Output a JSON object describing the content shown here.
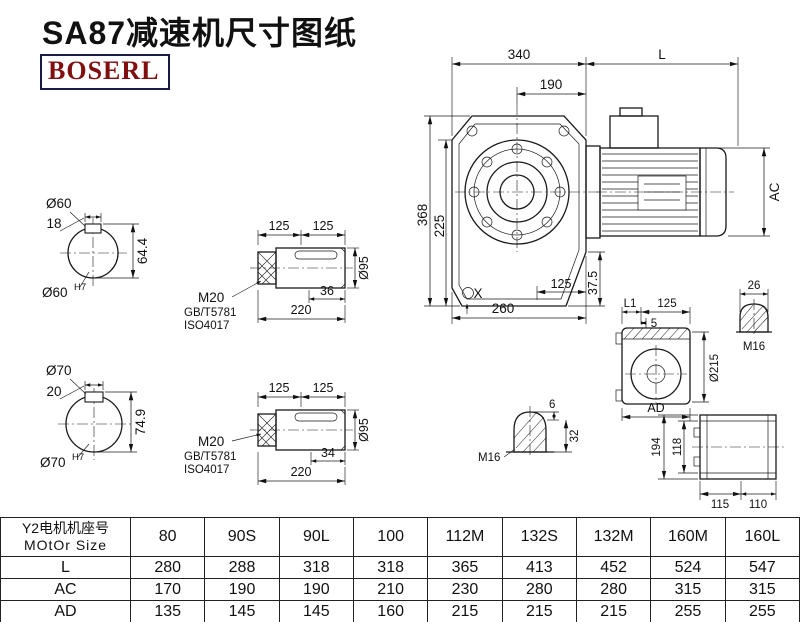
{
  "page": {
    "title": "SA87减速机尺寸图纸",
    "logo": "BOSERL"
  },
  "views": {
    "shaft60": {
      "dia_label": "Ø60",
      "key_width": "18",
      "key_height": "64.4",
      "fit_label": "Ø60",
      "fit_tolerance": "H7"
    },
    "shaft70": {
      "dia_label": "Ø70",
      "key_width": "20",
      "key_height": "74.9",
      "fit_label": "Ø70",
      "fit_tolerance": "H7"
    },
    "shaft_detail_top": {
      "dim_125_left": "125",
      "dim_125_right": "125",
      "thread_label": "M20",
      "standard_gb": "GB/T5781",
      "standard_iso": "ISO4017",
      "key_length": "36",
      "total_length": "220",
      "dia": "Ø95"
    },
    "shaft_detail_bottom": {
      "dim_125_left": "125",
      "dim_125_right": "125",
      "thread_label": "M20",
      "standard_gb": "GB/T5781",
      "standard_iso": "ISO4017",
      "key_length": "34",
      "total_length": "220",
      "dia": "Ø95"
    },
    "front_view": {
      "width_340": "340",
      "motor_length": "L",
      "dim_190": "190",
      "height_368": "368",
      "dim_225": "225",
      "dim_37_5": "37.5",
      "dim_125": "125",
      "dim_260": "260",
      "motor_dia": "AC",
      "x_marker": "X"
    },
    "side_view": {
      "dim_L1": "L1",
      "dim_125": "125",
      "dim_5": "5",
      "dim_26": "26",
      "thread": "M16",
      "dia_215": "Ø215",
      "dim_AD": "AD"
    },
    "plug_view": {
      "dim_6": "6",
      "dim_32": "32",
      "thread": "M16"
    },
    "flange_view": {
      "dim_194": "194",
      "dim_118": "118",
      "dim_115": "115",
      "dim_110": "110"
    }
  },
  "table": {
    "header_line1": "Y2电机机座号",
    "header_line2": "MOtOr Size",
    "columns": [
      "80",
      "90S",
      "90L",
      "100",
      "112M",
      "132S",
      "132M",
      "160M",
      "160L"
    ],
    "rows": [
      {
        "label": "L",
        "values": [
          "280",
          "288",
          "318",
          "318",
          "365",
          "413",
          "452",
          "524",
          "547"
        ]
      },
      {
        "label": "AC",
        "values": [
          "170",
          "190",
          "190",
          "210",
          "230",
          "280",
          "280",
          "315",
          "315"
        ]
      },
      {
        "label": "AD",
        "values": [
          "135",
          "145",
          "145",
          "160",
          "215",
          "215",
          "215",
          "255",
          "255"
        ]
      }
    ]
  }
}
